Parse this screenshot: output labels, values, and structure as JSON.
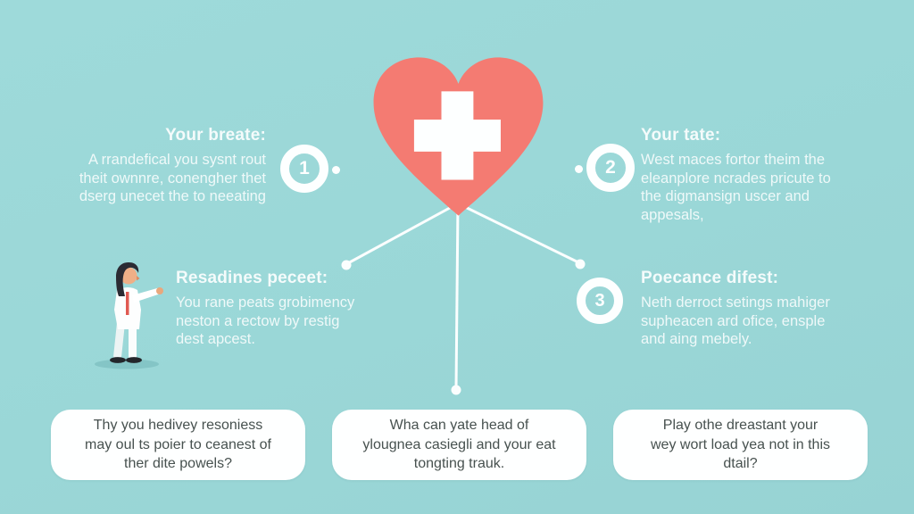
{
  "palette": {
    "background": "#9AD7D7",
    "heart": "#F47B72",
    "white": "#FFFFFF",
    "card_text": "#47514F",
    "accent_red": "#E05A52",
    "hair": "#2B2B33",
    "skin": "#EFAF87"
  },
  "icons": {
    "heart_cross": "heart-with-medical-cross-icon",
    "doctor": "doctor-illustration",
    "connector": "connector-line-with-dot"
  },
  "blocks": [
    {
      "number": "1",
      "title": "Your breate:",
      "body": "A rrandefical you sysnt rout\ntheit ownnre, conengher thet\ndserg unecet the to neeating"
    },
    {
      "number": "2",
      "title": "Your tate:",
      "body": "West maces fortor theim the\neleanplore ncrades pricute to\nthe digmansign uscer and\nappesals,"
    },
    {
      "number": "",
      "title": "Resadines peceet:",
      "body": "You rane peats grobimency\nneston a rectow by restig\ndest apcest."
    },
    {
      "number": "3",
      "title": "Poecance difest:",
      "body": "Neth derroct setings mahiger\nsupheacen ard ofice, ensple\nand aing mebely."
    }
  ],
  "questions": [
    {
      "text": "Thy you hedivey resoniess\nmay oul ts poier to ceanest of\nther dite powels?"
    },
    {
      "text": "Wha can yate head of\nylougnea casiegli and your eat\ntongting trauk."
    },
    {
      "text": "Play othe dreastant your\nwey wort load yea not in this\ndtail?"
    }
  ]
}
